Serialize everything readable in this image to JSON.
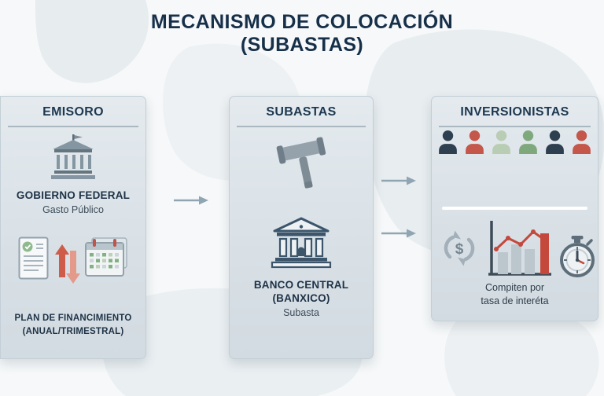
{
  "title": {
    "line1": "MECANISMO DE COLOCACIÓN",
    "line2": "(SUBASTAS)"
  },
  "panels": {
    "emisor": {
      "header": "EMISORO",
      "gobierno_label": "GOBIERNO FEDERAL",
      "gasto_label": "Gasto Público",
      "plan_line1": "PLAN DE FINANCIMIENTO",
      "plan_line2": "(ANUAL/TRIMESTRAL)",
      "icons": [
        "government-building-icon",
        "document-icon",
        "up-down-arrows-icon",
        "calendar-icon"
      ]
    },
    "subastas": {
      "header": "SUBASTAS",
      "banco_line1": "BANCO CENTRAL",
      "banco_line2": "(BANXICO)",
      "subasta_label": "Subasta",
      "icons": [
        "gavel-icon",
        "bank-building-icon"
      ]
    },
    "inversionistas": {
      "header": "INVERSIONISTAS",
      "caption_line1": "Compiten por",
      "caption_line2": "tasa de interéta",
      "dollar_symbol": "$",
      "investor_colors": [
        "#2e3f50",
        "#c4564a",
        "#b9cdb4",
        "#7fa97c",
        "#2e3f50",
        "#c4564a"
      ],
      "icons": [
        "investor-icons",
        "money-cycle-icon",
        "bar-chart-icon",
        "stopwatch-icon"
      ]
    }
  },
  "colors": {
    "title_text": "#17304a",
    "panel_bg": "#dde4ea",
    "accent_red": "#c4483c",
    "accent_green": "#7fa97c",
    "arrow": "#8fa6b2"
  }
}
